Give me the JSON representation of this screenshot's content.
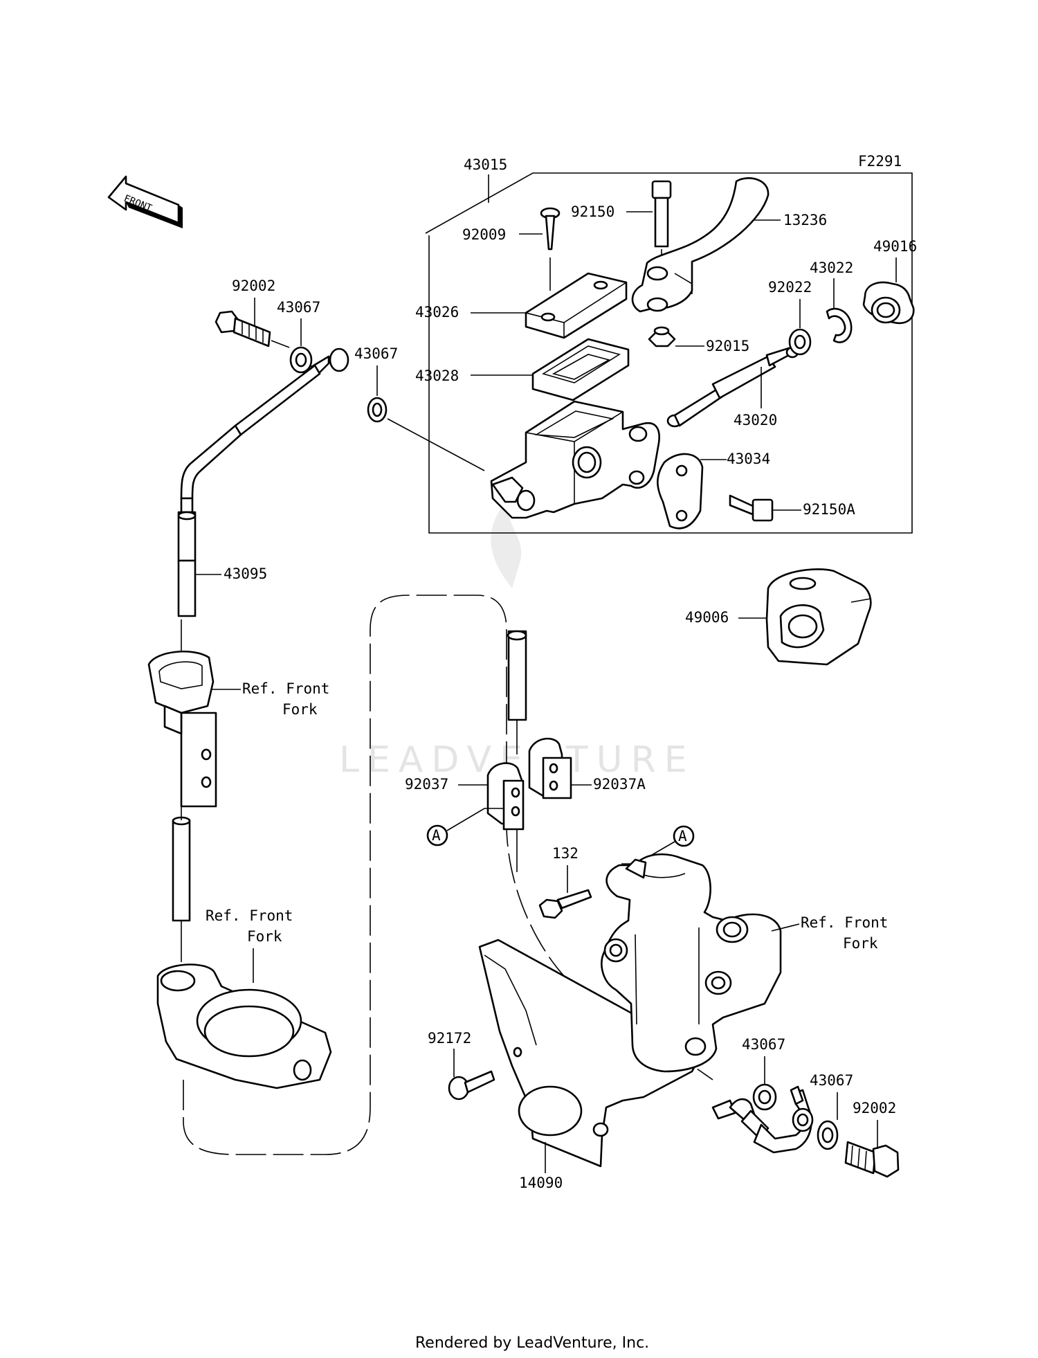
{
  "diagram_code": "F2291",
  "front_arrow": "FRONT",
  "watermark": "LEADVENTURE",
  "footer": "Rendered by LeadVenture, Inc.",
  "callouts": {
    "p43015": "43015",
    "p92150": "92150",
    "p13236": "13236",
    "p92009": "92009",
    "p49016": "49016",
    "p43022": "43022",
    "p92022": "92022",
    "p43026": "43026",
    "p92015": "92015",
    "p43028": "43028",
    "p43020": "43020",
    "p43034": "43034",
    "p92150A": "92150A",
    "p92002_top": "92002",
    "p43067_top1": "43067",
    "p43067_top2": "43067",
    "p43095": "43095",
    "p49006": "49006",
    "ref_front_fork_1": "Ref. Front",
    "ref_front_fork_1b": "Fork",
    "ref_front_fork_2": "Ref. Front",
    "ref_front_fork_2b": "Fork",
    "ref_front_fork_3": "Ref. Front",
    "ref_front_fork_3b": "Fork",
    "p92037": "92037",
    "p92037A": "92037A",
    "markA_1": "A",
    "markA_2": "A",
    "p132": "132",
    "p92172": "92172",
    "p43067_bot1": "43067",
    "p43067_bot2": "43067",
    "p92002_bot": "92002",
    "p14090": "14090"
  }
}
